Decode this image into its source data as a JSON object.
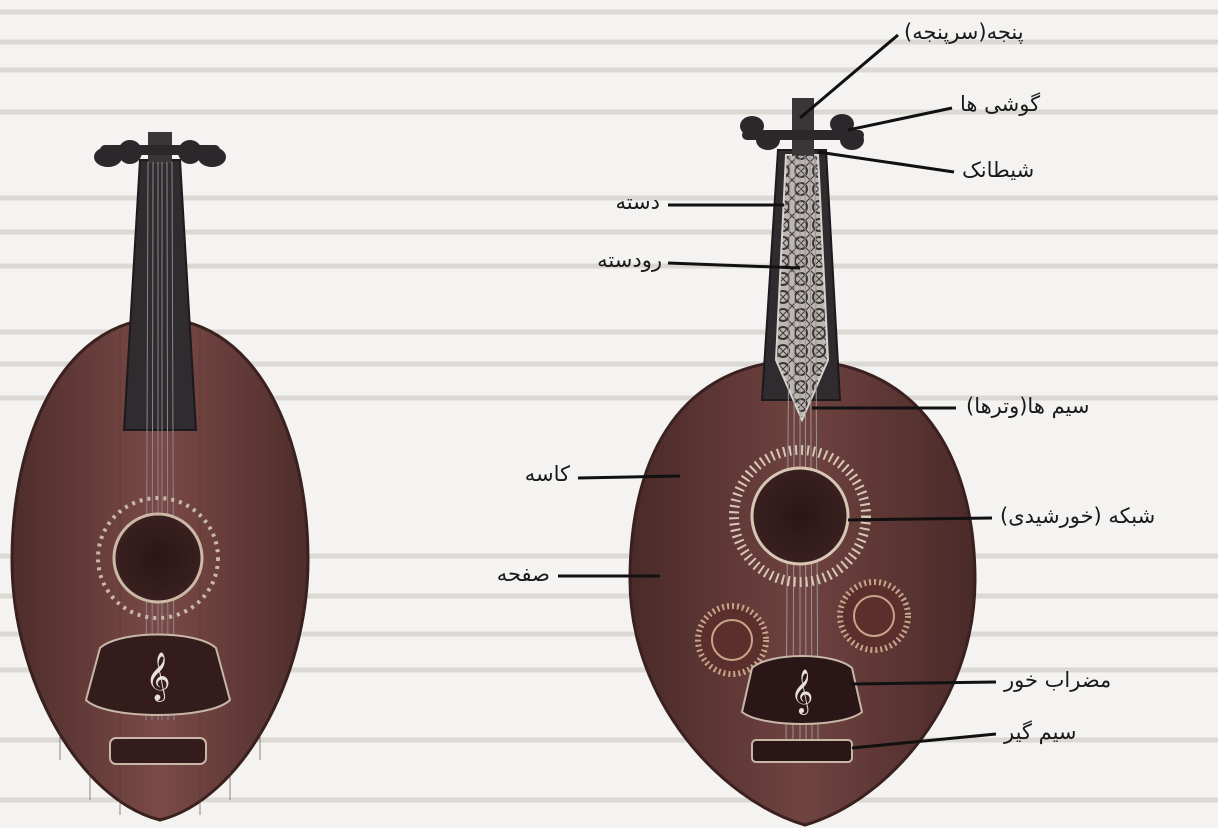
{
  "diagram": {
    "labels": {
      "head": "پنجه(سرپنجه)",
      "pegs": "گوشی ها",
      "nut": "شیطانک",
      "neck": "دسته",
      "fingerboard": "رودسته",
      "strings": "سیم ها(وترها)",
      "bowl": "کاسه",
      "rosette": "شبکه (خورشیدی)",
      "soundboard": "صفحه",
      "pickguard": "مضراب خور",
      "bridge": "سیم گیر"
    }
  },
  "colors": {
    "background": "#f4f3f1",
    "body_dark": "#6c3f3c",
    "neck_dark": "#2f2b2e",
    "fingerboard_light": "#b9b4ae",
    "label_text": "#1a1a1a",
    "leader_line": "#111111"
  }
}
